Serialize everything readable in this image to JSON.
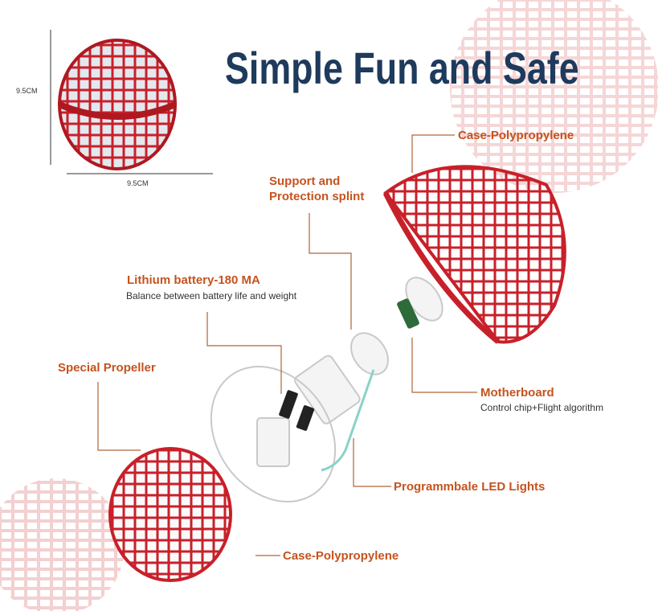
{
  "title": "Simple Fun and Safe",
  "dimensions": {
    "height": "9.5CM",
    "width": "9.5CM"
  },
  "labels": {
    "case_top": "Case-Polypropylene",
    "support": [
      "Support and",
      "Protection splint"
    ],
    "battery": "Lithium battery-180 MA",
    "battery_sub": "Balance between battery life and weight",
    "propeller": "Special Propeller",
    "motherboard": "Motherboard",
    "motherboard_sub": "Control chip+Flight algorithm",
    "led": "Programmbale LED Lights",
    "case_bottom": "Case-Polypropylene"
  },
  "colors": {
    "title": "#1e3a5c",
    "label": "#c5531f",
    "shell": "#c8202a",
    "leader": "#b0653a"
  }
}
